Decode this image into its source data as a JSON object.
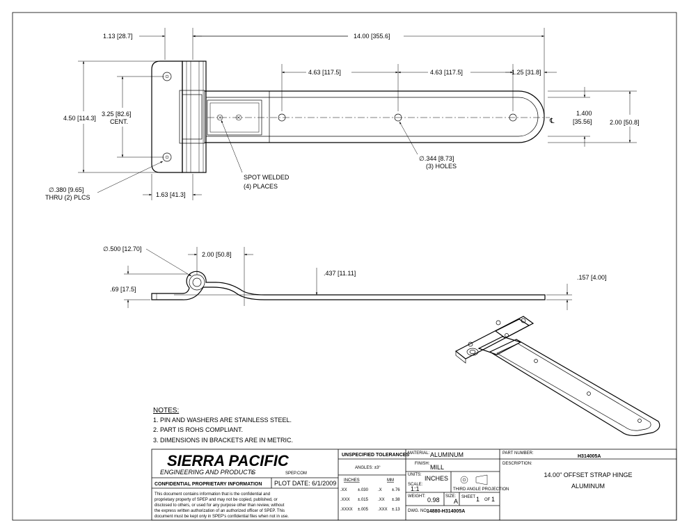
{
  "dims_top": {
    "d_left_ear": "1.13 [28.7]",
    "d_overall": "14.00 [355.6]",
    "d_hole1": "4.63 [117.5]",
    "d_hole2": "4.63 [117.5]",
    "d_end": "1.25 [31.8]",
    "d_height": "4.50 [114.3]",
    "d_cent_val": "3.25 [82.6]",
    "d_cent_txt": "CENT.",
    "d_strap_w_val": "1.400",
    "d_strap_w_mm": "[35.56]",
    "d_strap_h": "2.00 [50.8]",
    "cl_mark": "℄",
    "hole_dia_l1": "∅.380 [9.65]",
    "hole_dia_l2": "THRU (2) PLCS",
    "d_leaf_w": "1.63 [41.3]",
    "spot_l1": "SPOT WELDED",
    "spot_l2": "(4) PLACES",
    "strap_hole_l1": "∅.344 [8.73]",
    "strap_hole_l2": "(3) HOLES"
  },
  "dims_side": {
    "d_pin": "∅.500 [12.70]",
    "d_offset": "2.00 [50.8]",
    "d_rise": ".437 [11.11]",
    "d_base": ".69 [17.5]",
    "d_thk": ".157 [4.00]"
  },
  "notes": {
    "title": "NOTES:",
    "items": [
      "1.   PIN AND WASHERS ARE STAINLESS STEEL.",
      "2.   PART IS ROHS COMPLIANT.",
      "3.   DIMENSIONS IN BRACKETS ARE IN METRIC."
    ]
  },
  "title_block": {
    "company": "SIERRA PACIFIC",
    "company_sub": "ENGINEERING AND PRODUCTS",
    "registered": "®",
    "website": "SPEP.COM",
    "confidential_hdr": "CONFIDENTIAL PROPRIETARY INFORMATION",
    "plot_date": "PLOT DATE:  6/1/2009",
    "confidential_lines": [
      "This document contains information that is the confidential and",
      "proprietary property of SPEP and may not be copied, published, or",
      "disclosed to others, or used for any purpose  other than review, without",
      "the express written authorization of an authorized officer of SPEP. This",
      "document must be kept only in SPEP's confidential files when not in use."
    ],
    "tol_title": "UNSPECIFIED TOLERANCES",
    "tol_angles": "ANGLES: ±3°",
    "tol_inches": "INCHES",
    "tol_mm": "MM",
    "tol_rows": [
      {
        "a": ".XX",
        "b": "±.030",
        "c": ".X",
        "d": "±.76"
      },
      {
        "a": ".XXX",
        "b": "±.015",
        "c": ".XX",
        "d": "±.38"
      },
      {
        "a": ".XXXX",
        "b": "±.005",
        "c": ".XXX",
        "d": "±.13"
      }
    ],
    "material_lbl": "MATERIAL:",
    "material": "ALUMINUM",
    "finish_lbl": "FINISH:",
    "finish": "MILL",
    "units_lbl": "UNITS:",
    "units": "INCHES",
    "scale_lbl": "SCALE:",
    "scale": "1:1",
    "projection": "THIRD ANGLE PROJECTION",
    "weight_lbl": "WEIGHT:",
    "weight": "0.98",
    "size_lbl": "SIZE:",
    "size": "A",
    "sheet_lbl": "SHEET",
    "sheet_num": "1",
    "sheet_of": "OF",
    "sheet_total": "1",
    "dwg_lbl": "DWG. NO.",
    "dwg_no": "14880-H314005A",
    "part_lbl": "PART NUMBER:",
    "part_no": "H314005A",
    "desc_lbl": "DESCRIPTION:",
    "desc_l1": "14.00\" OFFSET STRAP HINGE",
    "desc_l2": "ALUMINUM"
  }
}
